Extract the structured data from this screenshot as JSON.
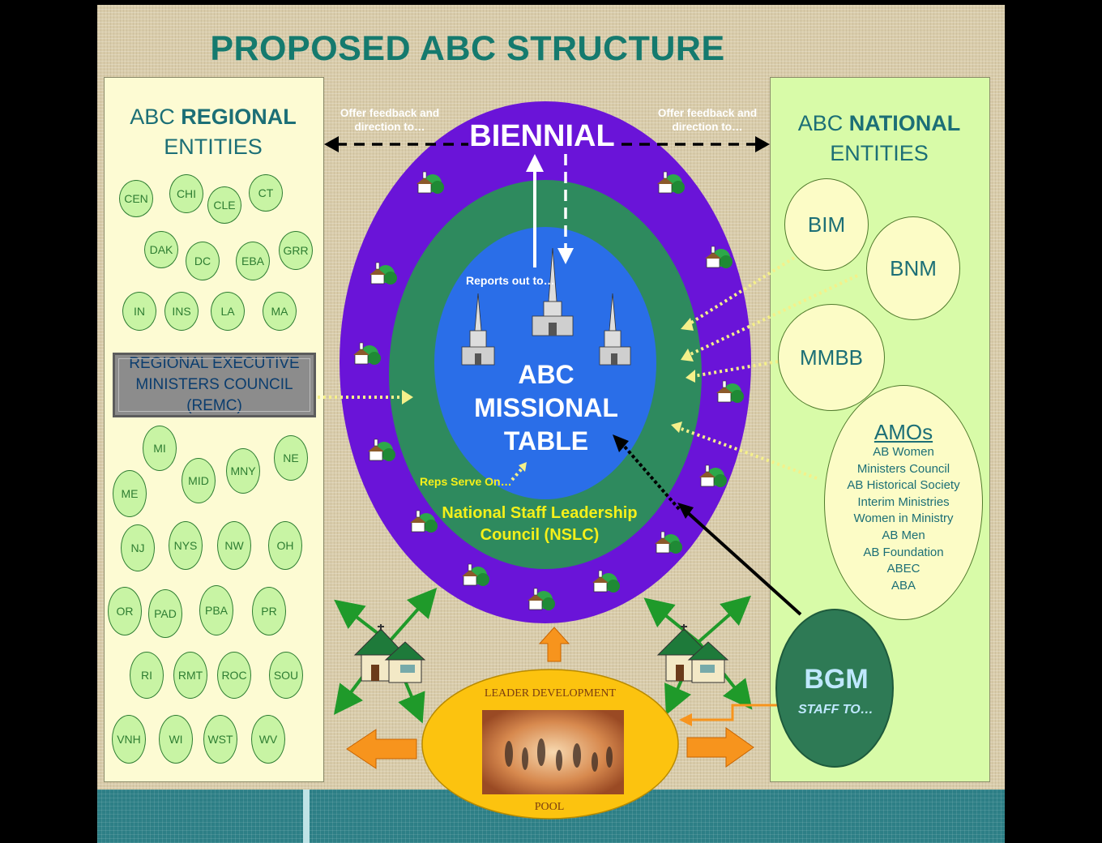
{
  "title": "PROPOSED ABC STRUCTURE",
  "regional": {
    "heading_prefix": "ABC",
    "heading_bold": "REGIONAL",
    "heading_line2": "ENTITIES",
    "bubbles": [
      "CEN",
      "CHI",
      "CLE",
      "CT",
      "DAK",
      "DC",
      "EBA",
      "GRR",
      "IN",
      "INS",
      "LA",
      "MA",
      "MI",
      "MNY",
      "NE",
      "ME",
      "MID",
      "NJ",
      "NYS",
      "NW",
      "OH",
      "OR",
      "PAD",
      "PBA",
      "PR",
      "RI",
      "RMT",
      "ROC",
      "SOU",
      "VNH",
      "WI",
      "WST",
      "WV"
    ],
    "remc_line1": "REGIONAL EXECUTIVE",
    "remc_line2": "MINISTERS COUNCIL (REMC)"
  },
  "national": {
    "heading_prefix": "ABC",
    "heading_bold": "NATIONAL",
    "heading_line2": "ENTITIES",
    "bim": "BIM",
    "bnm": "BNM",
    "mmbb": "MMBB",
    "amos_title": "AMOs",
    "amos_items": [
      "AB Women",
      "Ministers Council",
      "AB Historical Society",
      "Interim Ministries",
      "Women in Ministry",
      "AB Men",
      "AB Foundation",
      "ABEC",
      "ABA"
    ],
    "bgm": "BGM",
    "bgm_sub": "STAFF TO…"
  },
  "center": {
    "biennial": "BIENNIAL",
    "feedback_left_1": "Offer feedback and",
    "feedback_left_2": "direction to…",
    "feedback_right_1": "Offer feedback and",
    "feedback_right_2": "direction to…",
    "reports": "Reports out to…",
    "table_1": "ABC",
    "table_2": "MISSIONAL",
    "table_3": "TABLE",
    "reps": "Reps Serve On…",
    "nslc_1": "National Staff Leadership",
    "nslc_2": "Council (NSLC)"
  },
  "bottom": {
    "leader": "LEADER DEVELOPMENT",
    "pool": "POOL"
  },
  "colors": {
    "purple_ring": "#6a14d8",
    "green_ring": "#2e8a5e",
    "blue_core": "#2a6ee8",
    "yellow_text": "#f5f01a",
    "orange_arrow": "#f7941d",
    "pool_yellow": "#fcc30f"
  }
}
